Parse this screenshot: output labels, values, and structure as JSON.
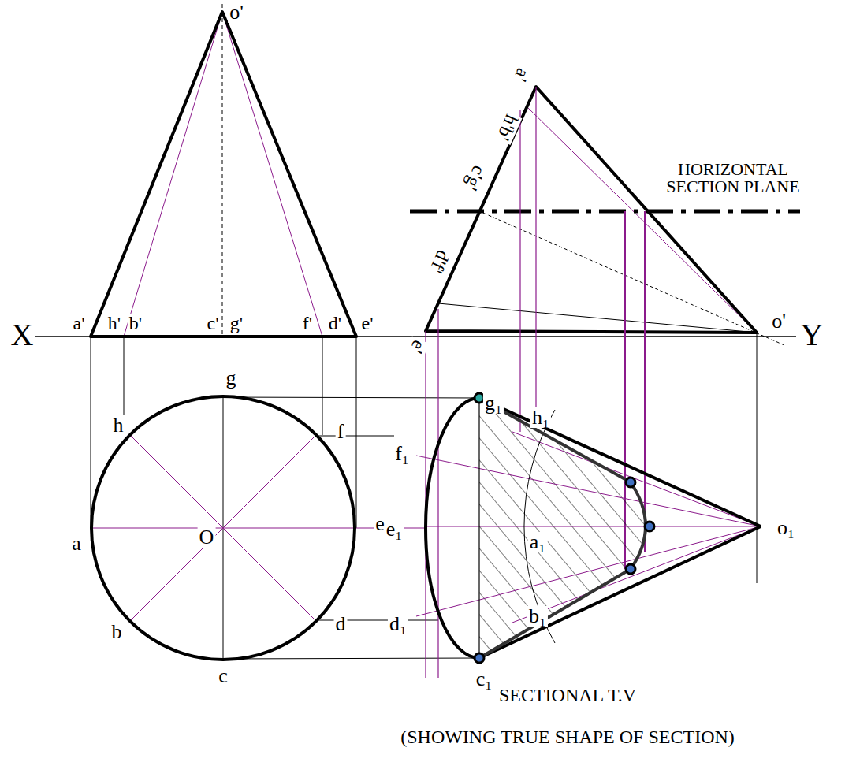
{
  "diagram": {
    "labels": [
      "o'",
      "X",
      "a'",
      "h'",
      "b'",
      "c'",
      "g'",
      "f'",
      "d'",
      "e'",
      "Y",
      "g",
      "h",
      "f",
      "a",
      "O",
      "e",
      "b",
      "d",
      "c",
      "a'",
      "h'b'",
      "c'g'",
      "d'f'",
      "e'",
      "o'",
      "HORIZONTAL SECTION PLANE",
      "g₁",
      "f₁",
      "h₁",
      "e₁",
      "a₁",
      "o₁",
      "d₁",
      "b₁",
      "c₁",
      "SECTIONAL T.V",
      "(SHOWING TRUE SHAPE OF SECTION)"
    ]
  }
}
